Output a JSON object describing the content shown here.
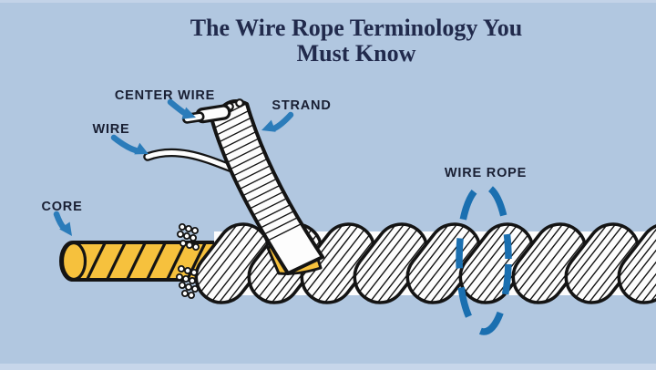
{
  "title": {
    "line1": "The Wire Rope Terminology You",
    "line2": "Must Know"
  },
  "labels": {
    "center_wire": "CENTER WIRE",
    "wire": "WIRE",
    "strand": "STRAND",
    "core": "CORE",
    "wire_rope": "WIRE ROPE"
  },
  "colors": {
    "background": "#b1c7e0",
    "title_ink": "#212a4c",
    "label_ink": "#191f33",
    "arrow_blue": "#2b7cba",
    "dashed_ellipse_blue": "#1a6fb0",
    "core_yellow": "#f6c13d",
    "rope_white": "#fdfdfd",
    "outline_black": "#141414"
  },
  "diagram": {
    "subject": "Wire rope anatomy"
  }
}
